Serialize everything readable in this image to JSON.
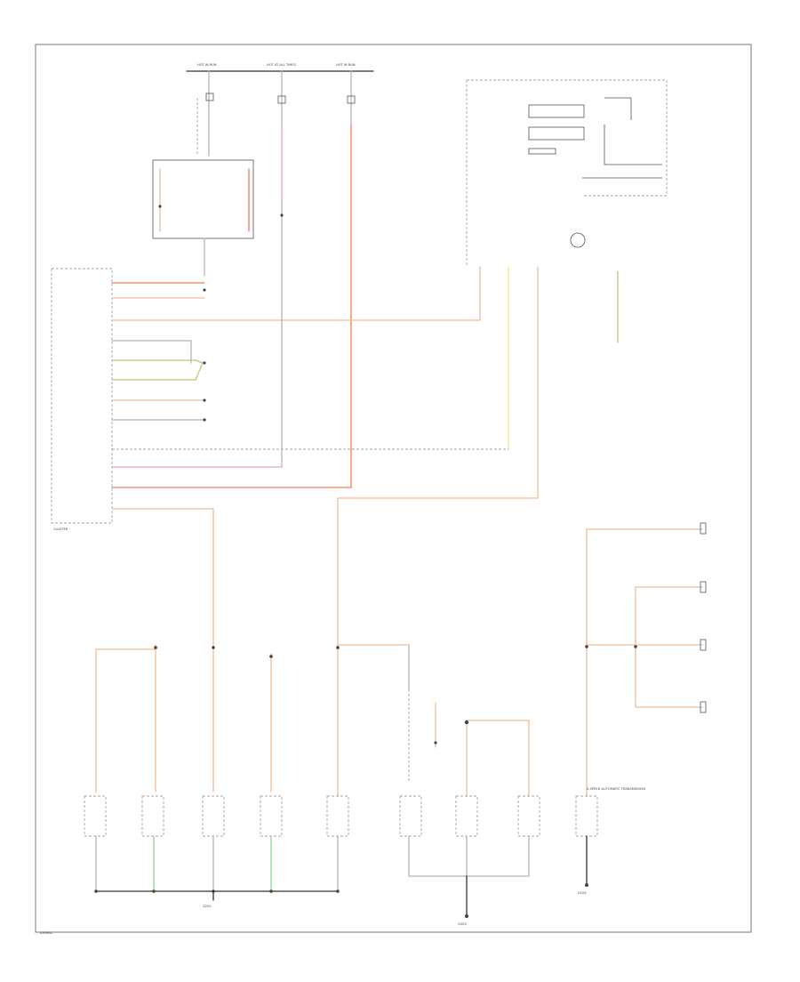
{
  "diagram": {
    "footer_code": "A35962",
    "cluster_label": "CLUSTER",
    "connector_top_left": "HOT IN RUN",
    "connector_top_mid": "HOT AT ALL TIMES",
    "connector_top_right": "HOT IN RUN",
    "ground_left": "G202",
    "ground_mid": "G303",
    "ground_right": "G104",
    "transmission_note": "5-SPEED AUTOMATIC TRANSMISSION"
  },
  "colors": {
    "peach": "#f2bb93",
    "red": "#f07d5b",
    "pink": "#f2a6b8",
    "yellow": "#f2e48a",
    "green": "#8ed88e"
  }
}
